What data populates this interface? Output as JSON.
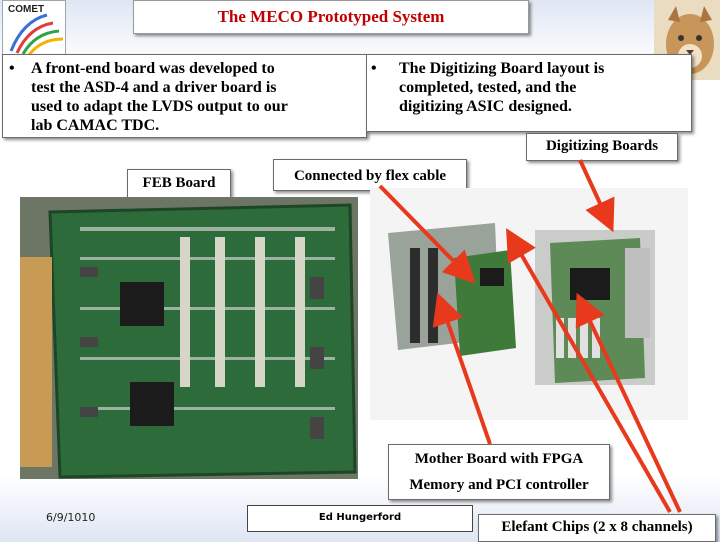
{
  "header": {
    "logo_label": "COMET",
    "title": "The MECO Prototyped System"
  },
  "left_bullet": {
    "bullet": "•",
    "lines": [
      "A front-end board was developed to",
      "test the ASD-4 and a driver board is",
      "used to adapt the LVDS output to our",
      "lab CAMAC TDC."
    ]
  },
  "right_bullet": {
    "bullet": "•",
    "lines": [
      "The Digitizing Board layout is",
      "completed, tested, and the",
      "digitizing ASIC designed."
    ]
  },
  "labels": {
    "digitizing_boards": "Digitizing Boards",
    "feb_board": "FEB Board",
    "flex_cable": "Connected by flex cable",
    "mother_board_line1": "Mother Board with FPGA",
    "mother_board_line2": "Memory and PCI controller",
    "elefant_chips": "Elefant Chips (2 x 8 channels)"
  },
  "footer": {
    "date": "6/9/1010",
    "author": "Ed Hungerford"
  },
  "colors": {
    "title": "#c00000",
    "arrow": "#e8391c",
    "pcb": "#2e6b3a"
  }
}
